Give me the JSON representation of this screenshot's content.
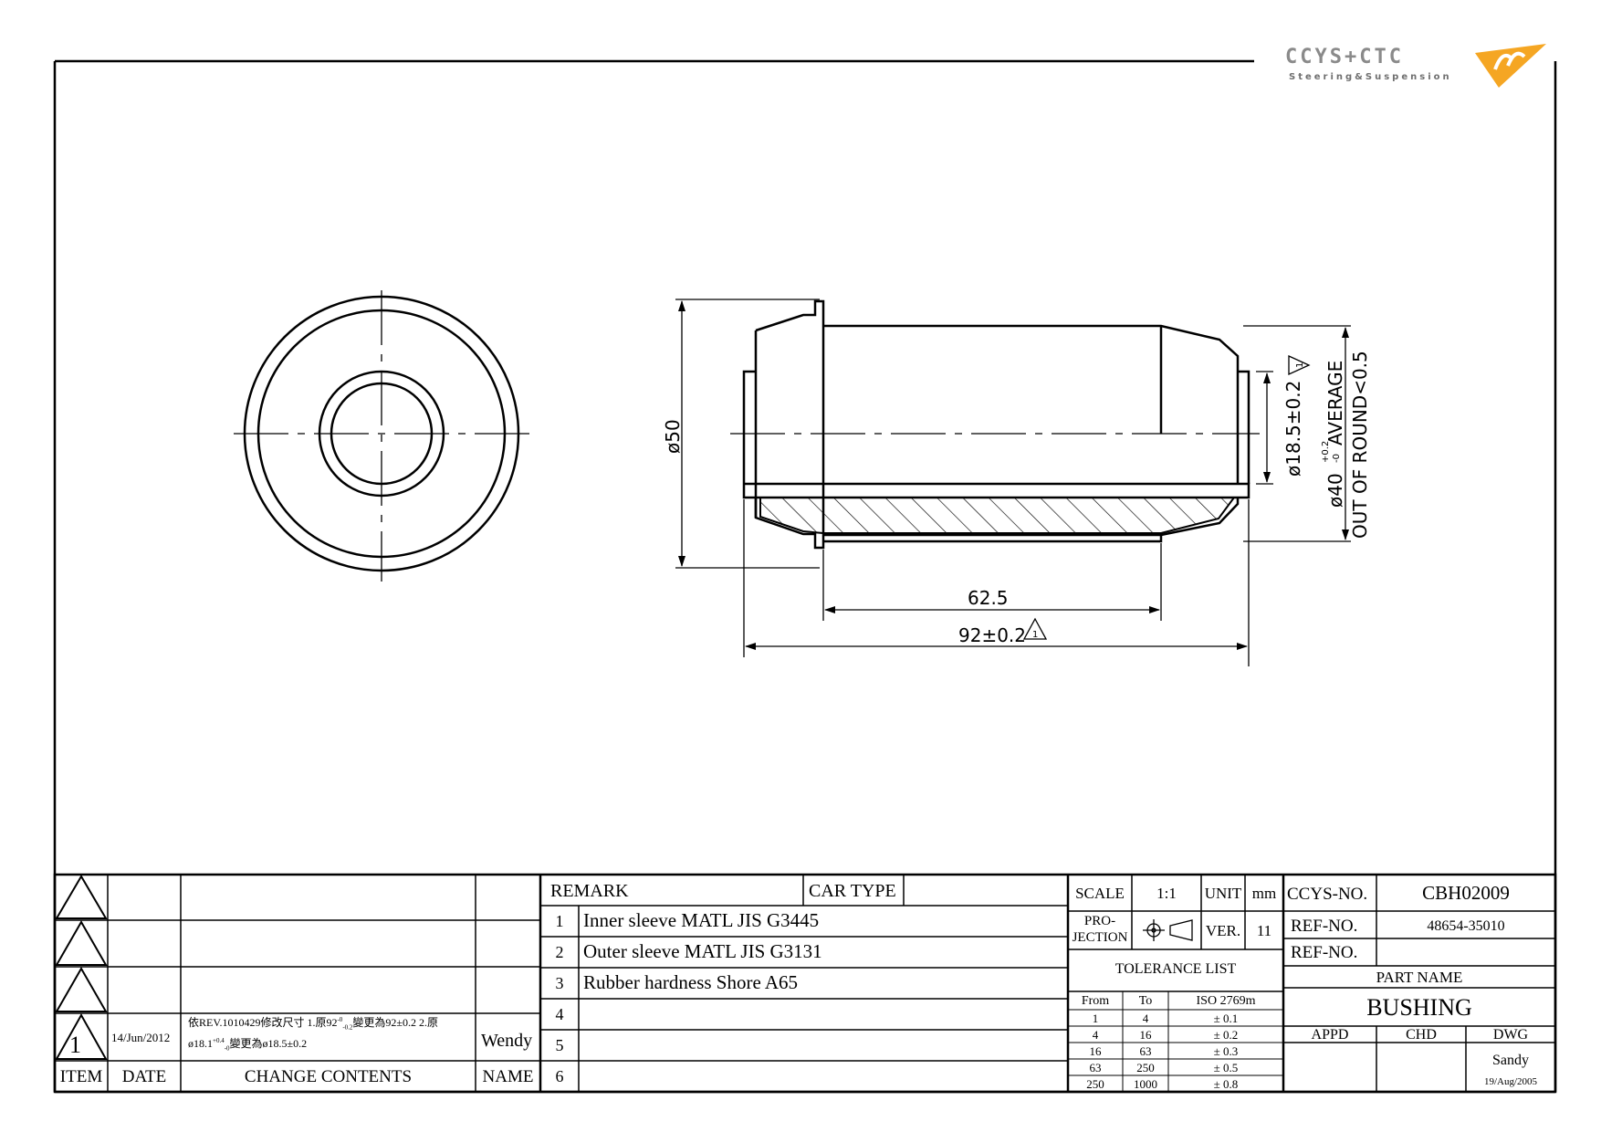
{
  "logo": {
    "brand": "CCYS+CTC",
    "tagline": "Steering&Suspension",
    "colors": {
      "text": "#8a8a8a",
      "accent": "#f5a623"
    }
  },
  "dimensions": {
    "outer_diameter": "ø50",
    "inner_diameter": "ø18.5±0.2",
    "average_diameter_base": "ø40",
    "average_diameter_tol_upper": "+0.2",
    "average_diameter_tol_lower": "-0",
    "average_label": "AVERAGE",
    "out_of_round": "OUT OF ROUND<0.5",
    "inner_length": "62.5",
    "overall_length": "92±0.2",
    "revision_mark": "1"
  },
  "revision_block": {
    "revision": {
      "item": "1",
      "date": "14/Jun/2012",
      "content_line1": "依REV.1010429修改尺寸 1.原92",
      "content_tol1_upper": "-0",
      "content_tol1_lower": "-0.2",
      "content_line1_tail": "變更為92±0.2 2.原",
      "content_line2_head": "ø18.1",
      "content_tol2_upper": "+0.4",
      "content_tol2_lower": "-0",
      "content_line2_tail": "變更為ø18.5±0.2",
      "name": "Wendy"
    },
    "headers": {
      "item": "ITEM",
      "date": "DATE",
      "change_contents": "CHANGE CONTENTS",
      "name": "NAME"
    }
  },
  "remarks": {
    "remark_label": "REMARK",
    "car_type_label": "CAR TYPE",
    "car_type_value": "",
    "items": [
      {
        "no": "1",
        "text": "Inner sleeve MATL JIS G3445"
      },
      {
        "no": "2",
        "text": "Outer sleeve MATL JIS G3131"
      },
      {
        "no": "3",
        "text": "Rubber hardness Shore A65"
      },
      {
        "no": "4",
        "text": ""
      },
      {
        "no": "5",
        "text": ""
      },
      {
        "no": "6",
        "text": ""
      }
    ]
  },
  "scale_block": {
    "scale_label": "SCALE",
    "scale_value": "1:1",
    "unit_label": "UNIT",
    "unit_value": "mm",
    "projection_label_1": "PRO-",
    "projection_label_2": "JECTION",
    "ver_label": "VER.",
    "ver_value": "11"
  },
  "tolerance": {
    "title": "TOLERANCE LIST",
    "headers": {
      "from": "From",
      "to": "To",
      "std": "ISO 2769m"
    },
    "rows": [
      {
        "from": "1",
        "to": "4",
        "tol": "± 0.1"
      },
      {
        "from": "4",
        "to": "16",
        "tol": "± 0.2"
      },
      {
        "from": "16",
        "to": "63",
        "tol": "± 0.3"
      },
      {
        "from": "63",
        "to": "250",
        "tol": "± 0.5"
      },
      {
        "from": "250",
        "to": "1000",
        "tol": "± 0.8"
      }
    ]
  },
  "title_block": {
    "ccys_no_label": "CCYS-NO.",
    "ccys_no_value": "CBH02009",
    "ref_no_label": "REF-NO.",
    "ref_no_value": "48654-35010",
    "ref_no2_label": "REF-NO.",
    "ref_no2_value": "",
    "part_name_label": "PART NAME",
    "part_name_value": "BUSHING",
    "appd_label": "APPD",
    "chd_label": "CHD",
    "dwg_label": "DWG",
    "dwg_name": "Sandy",
    "dwg_date": "19/Aug/2005"
  }
}
